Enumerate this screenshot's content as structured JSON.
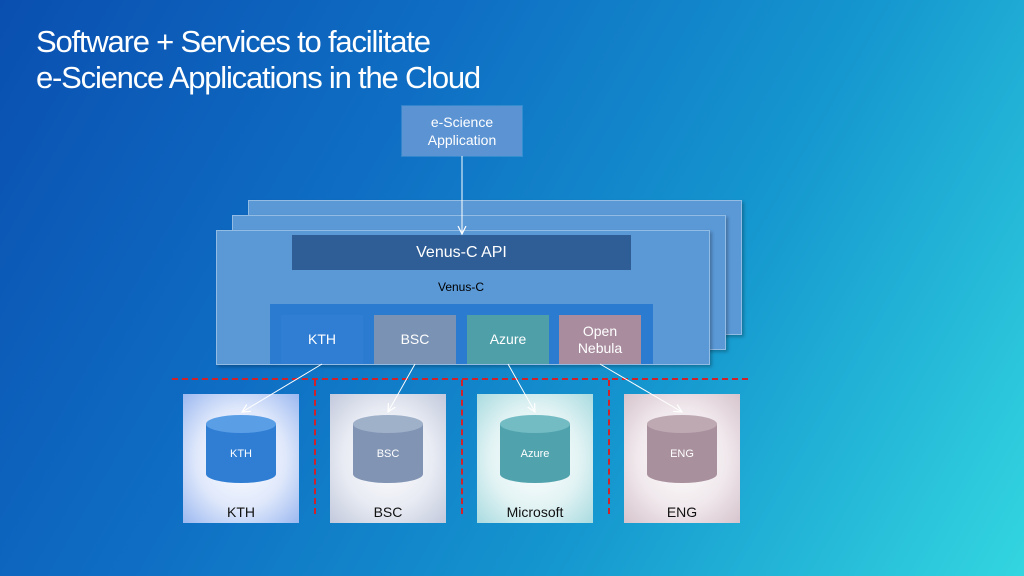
{
  "title": {
    "line1": "Software + Services to facilitate",
    "line2": "e-Science Applications in the Cloud"
  },
  "app_box": {
    "line1": "e-Science",
    "line2": "Application"
  },
  "api_label": "Venus-C API",
  "venus_label": "Venus-C",
  "providers": [
    {
      "line1": "KTH",
      "line2": "",
      "color": "#2f7ed4"
    },
    {
      "line1": "BSC",
      "line2": "",
      "color": "#7a92b3"
    },
    {
      "line1": "Azure",
      "line2": "",
      "color": "#4f9fa8"
    },
    {
      "line1": "Open",
      "line2": "Nebula",
      "color": "#a98d9f"
    }
  ],
  "cells": [
    {
      "cylinder_label": "KTH",
      "label": "KTH",
      "cylinder_color": "#2f7ed4"
    },
    {
      "cylinder_label": "BSC",
      "label": "BSC",
      "cylinder_color": "#8194b3"
    },
    {
      "cylinder_label": "Azure",
      "label": "Microsoft",
      "cylinder_color": "#50a3ad"
    },
    {
      "cylinder_label": "ENG",
      "label": "ENG",
      "cylinder_color": "#a8909c"
    }
  ],
  "colors": {
    "separator": "#d0222a",
    "layer": "#5a98d6",
    "api": "#2f5e96"
  }
}
